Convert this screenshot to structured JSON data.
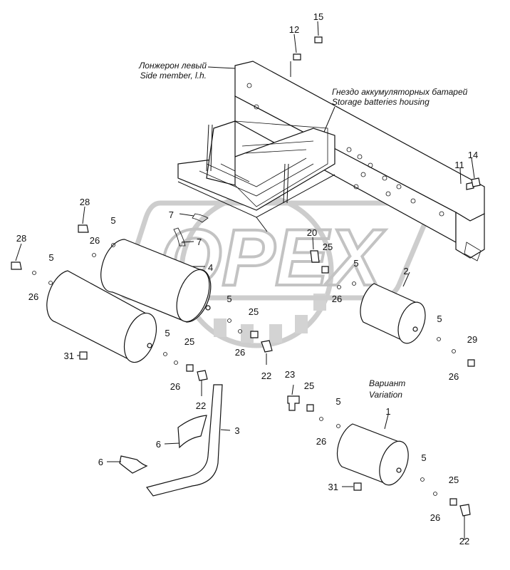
{
  "callouts": {
    "c1": "1",
    "c2": "2",
    "c3": "3",
    "c4": "4",
    "c5": "5",
    "c6": "6",
    "c7": "7",
    "c11": "11",
    "c12": "12",
    "c14": "14",
    "c15": "15",
    "c20": "20",
    "c22": "22",
    "c23": "23",
    "c25": "25",
    "c26": "26",
    "c28": "28",
    "c29": "29",
    "c31": "31"
  },
  "captions": {
    "side_member_ru": "Лонжерон левый",
    "side_member_en": "Side member, l.h.",
    "battery_ru": "Гнездо аккумуляторных батарей",
    "battery_en": "Storage batteries housing",
    "variant_ru": "Вариант",
    "variant_en": "Variation"
  },
  "watermark": {
    "text": "OPEX"
  }
}
